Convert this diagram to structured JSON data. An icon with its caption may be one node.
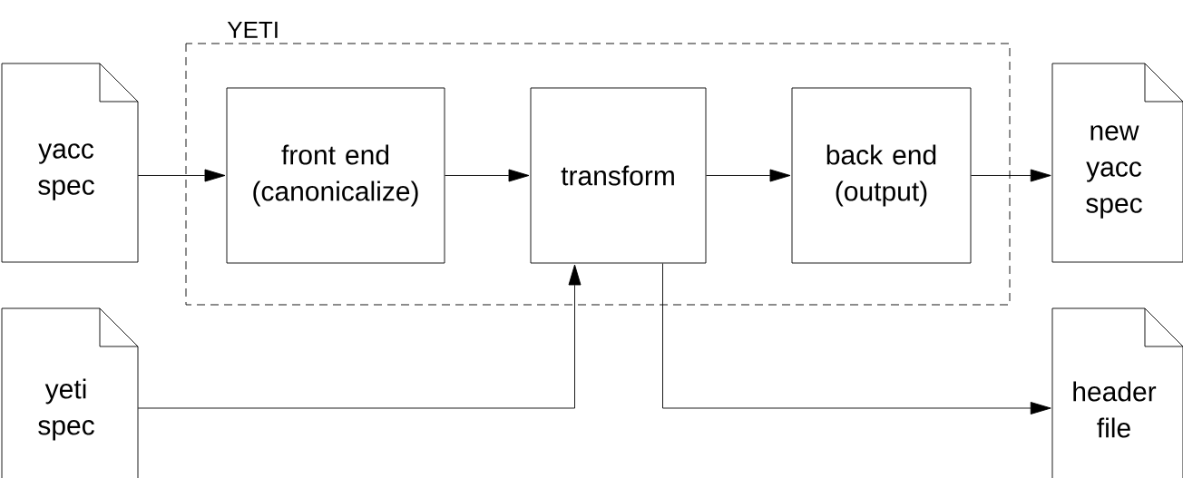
{
  "diagram": {
    "nodes": [
      {
        "text": [
          "YETI"
        ]
      },
      {
        "text": [
          "yacc spec"
        ]
      },
      {
        "text": [
          "front end (canonicalize)"
        ],
        "in": 0
      },
      {
        "text": [
          "transform"
        ],
        "in": 0
      },
      {
        "text": [
          "back end (output)"
        ],
        "in": 0
      },
      {
        "text": [
          "new yacc spec"
        ]
      },
      {
        "text": [
          "yeti spec"
        ]
      },
      {
        "text": [
          "header file"
        ]
      }
    ],
    "edges": [
      {
        "from": 1,
        "to": 2,
        "arrow": "to"
      },
      {
        "from": 2,
        "to": 3,
        "arrow": "to"
      },
      {
        "from": 3,
        "to": 4,
        "arrow": "to"
      },
      {
        "from": 4,
        "to": 5,
        "arrow": "to"
      },
      {
        "from": 6,
        "to": 3,
        "arrow": "to"
      },
      {
        "from": 3,
        "to": 7,
        "arrow": "to"
      }
    ]
  }
}
